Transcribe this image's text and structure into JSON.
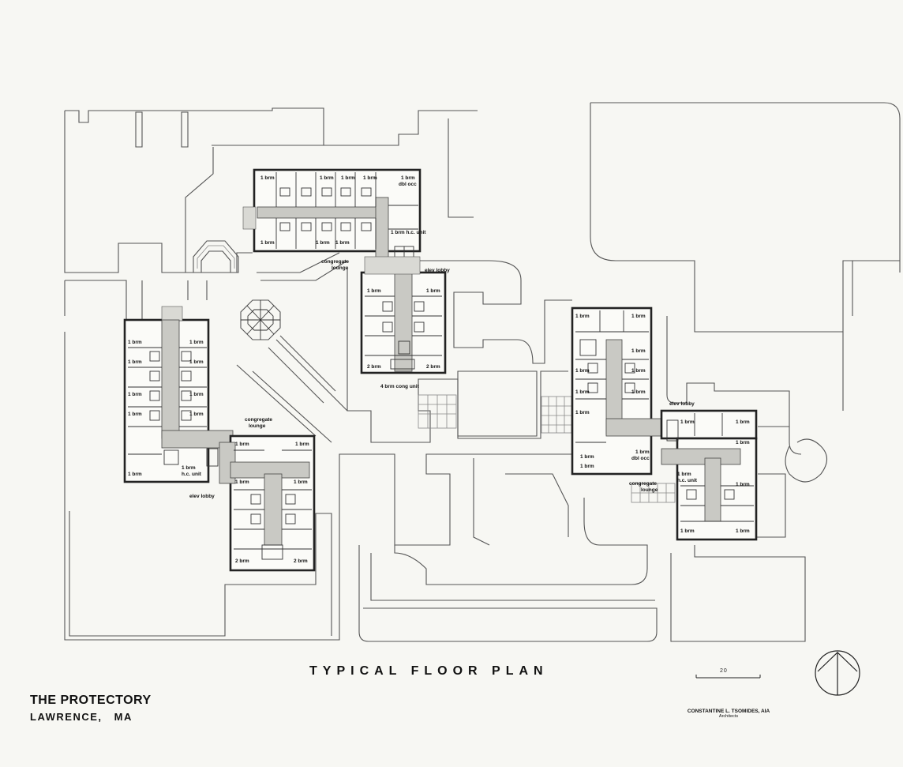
{
  "drawing": {
    "title": "TYPICAL FLOOR PLAN",
    "project_name": "THE PROTECTORY",
    "location": "LAWRENCE, MA",
    "architect_name": "CONSTANTINE L. TSOMIDES, AIA",
    "architect_role": "Architects",
    "scale_label": "20"
  },
  "room_labels": {
    "one_brm": "1 brm",
    "two_brm": "2 brm",
    "dbl_occ": "dbl occ",
    "brm_hc_unit": "1 brm h.c. unit",
    "congregate_lounge": "congregate lounge",
    "elev_lobby": "elev lobby",
    "four_brm_cong_unit": "4 brm cong unit"
  },
  "colors": {
    "paper": "#f7f7f3",
    "ink": "#222222",
    "corridor_fill": "#c9c9c4"
  }
}
